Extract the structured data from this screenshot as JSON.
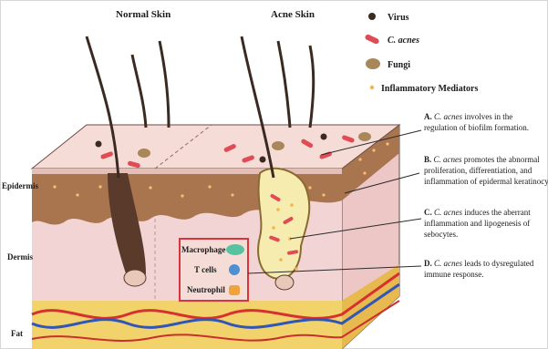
{
  "titles": {
    "normal": "Normal Skin",
    "acne": "Acne Skin"
  },
  "layers": {
    "epidermis": "Epidermis",
    "dermis": "Dermis",
    "fat": "Fat"
  },
  "legend": {
    "virus": "Virus",
    "cacnes": "C. acnes",
    "fungi": "Fungi",
    "mediators": "Inflammatory Mediators"
  },
  "notes": {
    "a": {
      "letter": "A.",
      "species": "C. acnes",
      "line1": " involves in the",
      "line2": "regulation of biofilm formation."
    },
    "b": {
      "letter": "B.",
      "species": "C. acnes",
      "line1": " promotes the abnormal",
      "line2": "proliferation, differentiation, and",
      "line3": "inflammation of epidermal keratinocy"
    },
    "c": {
      "letter": "C.",
      "species": "C. acnes",
      "line1": " induces the aberrant",
      "line2": "inflammation and lipogenesis of",
      "line3": "sebocytes."
    },
    "d": {
      "letter": "D.",
      "species": "C. acnes",
      "line1": " leads to dysregulated",
      "line2": "immune response."
    }
  },
  "cells": {
    "macrophage": "Macrophage",
    "tcells": "T cells",
    "neutrophil": "Neutrophil"
  },
  "colors": {
    "dermis": "#f3d4d4",
    "epidermis": "#a9754f",
    "surface": "#f6dcd6",
    "fat": "#f2d36b",
    "hair": "#3a2a22",
    "bacteria": "#e04b54",
    "fungi": "#a8875a",
    "mediator": "#f3b54a",
    "immune_box": "#d9343b"
  }
}
